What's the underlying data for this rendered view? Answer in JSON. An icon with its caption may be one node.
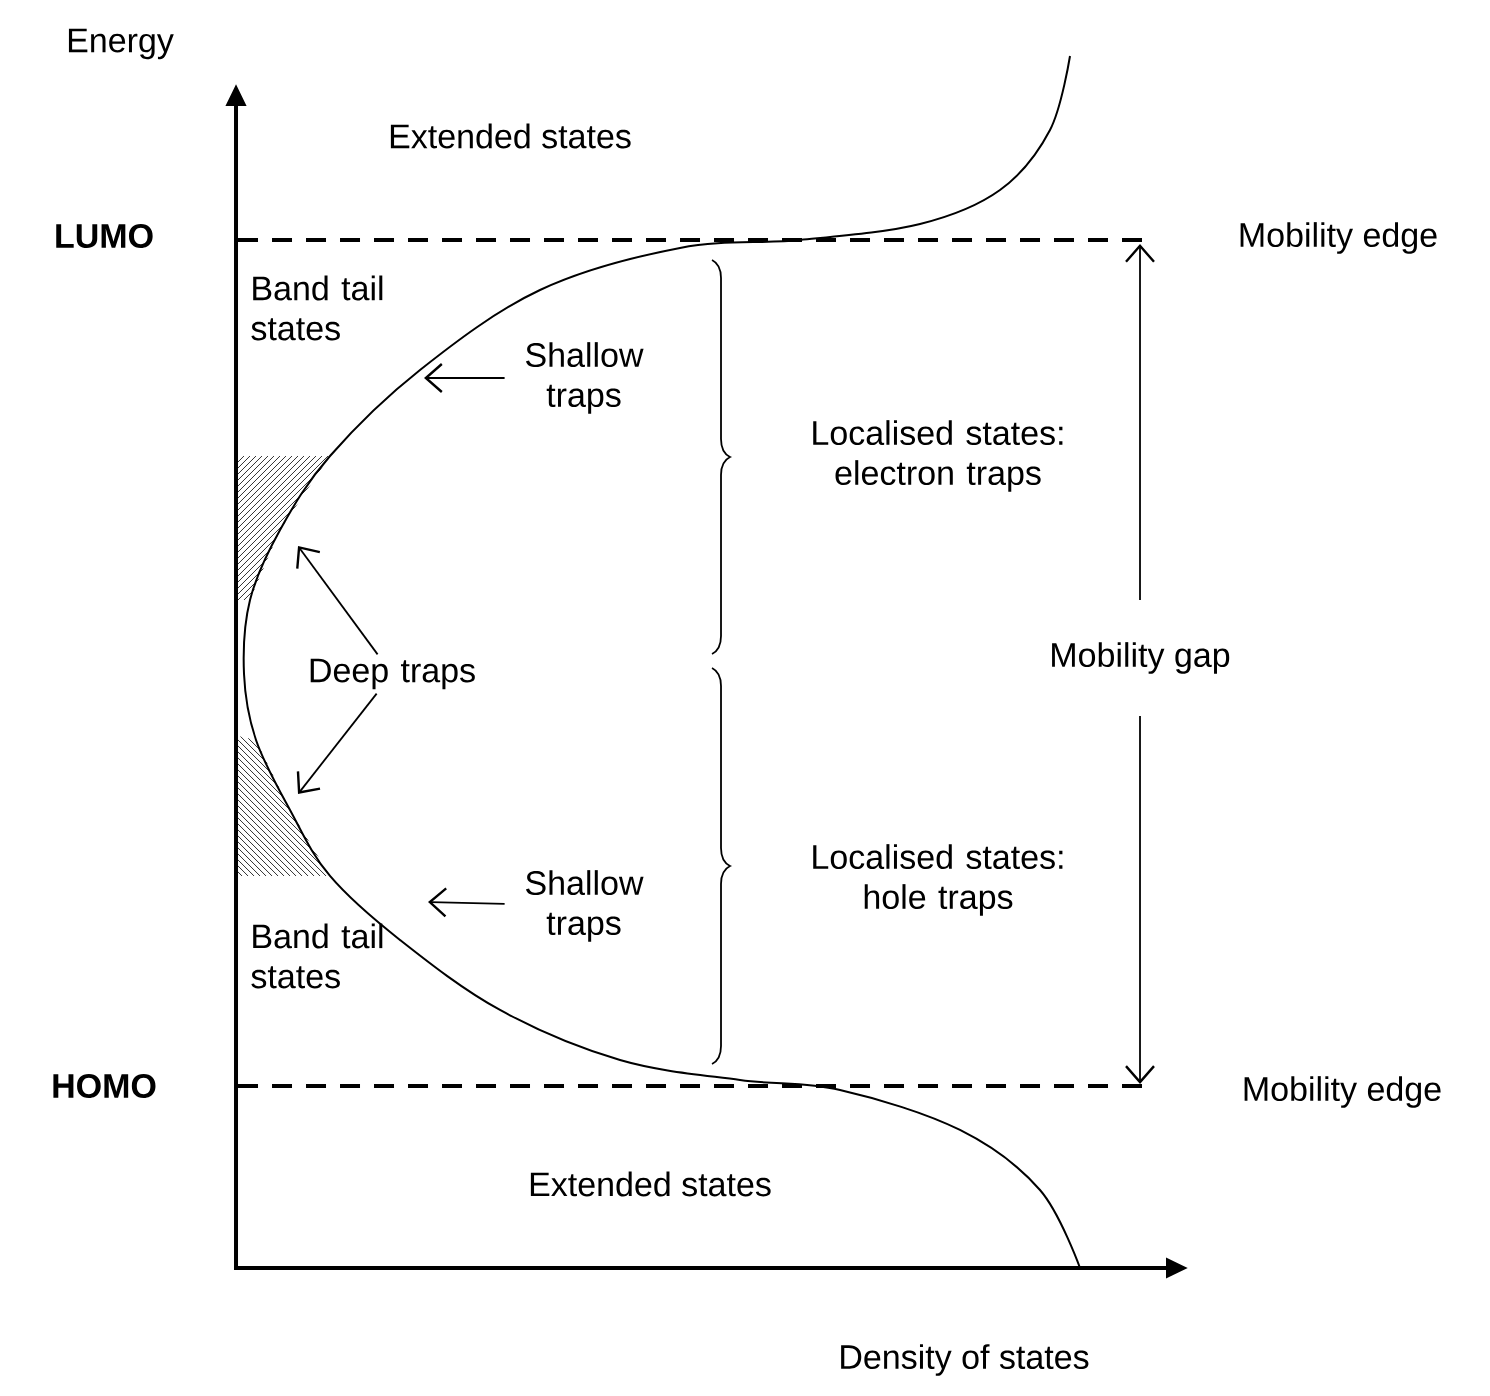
{
  "diagram": {
    "nodes": [
      {
        "text": [
          "Shallow traps"
        ]
      },
      {
        "text": [
          "Deep traps"
        ]
      },
      {
        "text": [
          "Shallow traps"
        ]
      }
    ],
    "edges": [
      {
        "from": 0,
        "to": null,
        "arrow": "to"
      },
      {
        "from": 1,
        "to": null,
        "arrow": "to"
      },
      {
        "from": 1,
        "to": null,
        "arrow": "to"
      },
      {
        "from": 2,
        "to": null,
        "arrow": "to"
      }
    ],
    "labels": [
      "Energy",
      "Extended states",
      "LUMO",
      "Band tail states",
      "Mobility edge",
      "Localised states: electron traps",
      "Mobility gap",
      "Localised states: hole traps",
      "Band tail states",
      "HOMO",
      "Mobility edge",
      "Extended states",
      "Density of states"
    ]
  }
}
